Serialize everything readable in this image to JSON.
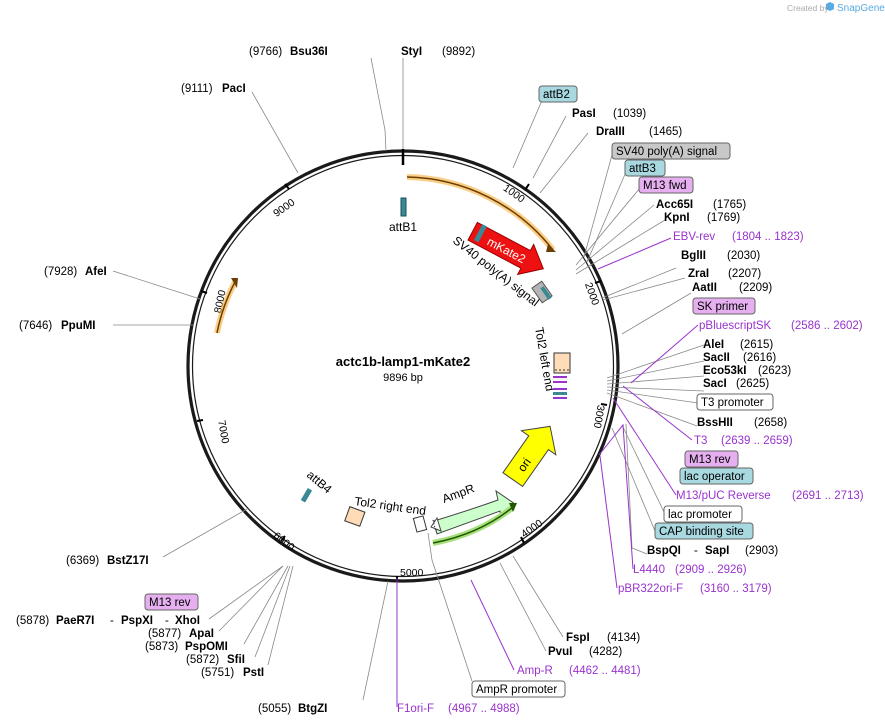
{
  "credit": {
    "created_by": "Created by",
    "brand": "SnapGene"
  },
  "plasmid": {
    "name": "actc1b-lamp1-mKate2",
    "size": "9896 bp"
  },
  "ticks": [
    "1000",
    "2000",
    "3000",
    "4000",
    "5000",
    "6000",
    "7000",
    "8000",
    "9000"
  ],
  "map_features": {
    "mKate2": "mKate2",
    "sv40": "SV40 poly(A) signal",
    "tol2_left": "Tol2 left end",
    "ori": "ori",
    "ampr": "AmpR",
    "tol2_right": "Tol2 right end",
    "attb1": "attB1",
    "attb4": "attB4"
  },
  "sites": [
    {
      "pos": "(9766)",
      "name": "Bsu36I"
    },
    {
      "pos": "(9892)",
      "name": "StyI"
    },
    {
      "pos": "(9111)",
      "name": "PacI"
    },
    {
      "box": "attB2"
    },
    {
      "name": "PasI",
      "pos": "(1039)"
    },
    {
      "name": "DraIII",
      "pos": "(1465)"
    },
    {
      "box": "SV40 poly(A) signal"
    },
    {
      "box": "attB3"
    },
    {
      "box": "M13 fwd"
    },
    {
      "name": "Acc65I",
      "pos": "(1765)"
    },
    {
      "name": "KpnI",
      "pos": "(1769)"
    },
    {
      "primer": "EBV-rev",
      "range": "(1804 .. 1823)"
    },
    {
      "name": "BglII",
      "pos": "(2030)"
    },
    {
      "name": "ZraI",
      "pos": "(2207)"
    },
    {
      "name": "AatII",
      "pos": "(2209)"
    },
    {
      "box": "SK primer"
    },
    {
      "primer": "pBluescriptSK",
      "range": "(2586 .. 2602)"
    },
    {
      "name": "AleI",
      "pos": "(2615)"
    },
    {
      "name": "SacII",
      "pos": "(2616)"
    },
    {
      "name": "Eco53kI",
      "pos": "(2623)"
    },
    {
      "name": "SacI",
      "pos": "(2625)"
    },
    {
      "box": "T3 promoter"
    },
    {
      "name": "BssHII",
      "pos": "(2658)"
    },
    {
      "primer": "T3",
      "range": "(2639 .. 2659)"
    },
    {
      "box": "M13 rev"
    },
    {
      "box": "lac operator"
    },
    {
      "primer": "M13/pUC Reverse",
      "range": "(2691 .. 2713)"
    },
    {
      "box": "lac promoter"
    },
    {
      "box": "CAP binding site"
    },
    {
      "name": "BspQI",
      "dash": "-",
      "name2": "SapI",
      "pos": "(2903)"
    },
    {
      "primer": "L4440",
      "range": "(2909 .. 2926)"
    },
    {
      "primer": "pBR322ori-F",
      "range": "(3160 .. 3179)"
    },
    {
      "name": "FspI",
      "pos": "(4134)"
    },
    {
      "name": "PvuI",
      "pos": "(4282)"
    },
    {
      "primer": "Amp-R",
      "range": "(4462 .. 4481)"
    },
    {
      "box": "AmpR promoter"
    },
    {
      "primer": "F1ori-F",
      "range": "(4967 .. 4988)"
    },
    {
      "pos": "(5055)",
      "name": "BtgZI"
    },
    {
      "pos": "(5751)",
      "name": "PstI"
    },
    {
      "pos": "(5872)",
      "name": "SfiI"
    },
    {
      "pos": "(5873)",
      "name": "PspOMI"
    },
    {
      "pos": "(5877)",
      "name": "ApaI"
    },
    {
      "pos": "(5878)",
      "name": "PaeR7I",
      "dash": "-",
      "name2": "PspXI",
      "dash2": "-",
      "name3": "XhoI"
    },
    {
      "box": "M13 rev"
    },
    {
      "pos": "(6369)",
      "name": "BstZ17I"
    },
    {
      "pos": "(7646)",
      "name": "PpuMI"
    },
    {
      "pos": "(7928)",
      "name": "AfeI"
    }
  ],
  "colors": {
    "backbone": "#1a1a1a",
    "orange": "#f5a623",
    "mKate2": "#ee1111",
    "ori": "#ffff00",
    "ampr": "#ccffcc",
    "ampr_arrow": "#33aa33",
    "box_teal": "#a8d8e0",
    "box_purple": "#e6b0f0",
    "box_gray": "#c8c8c8",
    "primer": "#9933cc",
    "tol2": "#ffdcb8"
  }
}
